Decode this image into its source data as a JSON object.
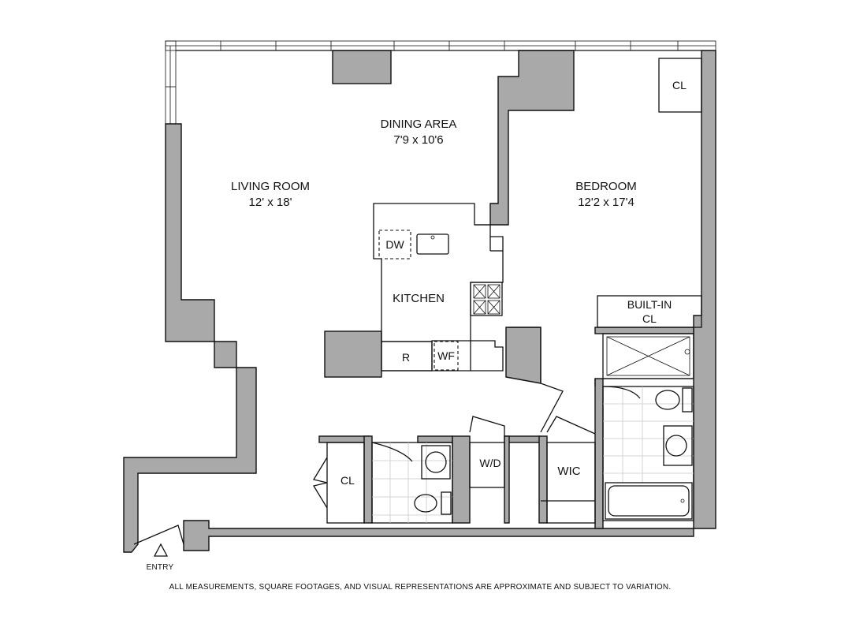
{
  "rooms": {
    "dining": {
      "name": "DINING AREA",
      "size": "7'9 x 10'6"
    },
    "living": {
      "name": "LIVING ROOM",
      "size": "12' x 18'"
    },
    "bedroom": {
      "name": "BEDROOM",
      "size": "12'2 x 17'4"
    },
    "kitchen": {
      "name": "KITCHEN"
    },
    "builtin": {
      "line1": "BUILT-IN",
      "line2": "CL"
    },
    "wic": {
      "name": "WIC"
    }
  },
  "fixtures": {
    "closet_bedroom": "CL",
    "closet_hall": "CL",
    "dishwasher": "DW",
    "refrigerator": "R",
    "wine_fridge": "WF",
    "washer_dryer": "W/D"
  },
  "entry_label": "ENTRY",
  "disclaimer": "ALL MEASUREMENTS, SQUARE FOOTAGES, AND VISUAL REPRESENTATIONS ARE APPROXIMATE AND SUBJECT TO VARIATION.",
  "colors": {
    "wall_fill": "#a9a9a9",
    "line": "#111111",
    "background": "#ffffff"
  }
}
